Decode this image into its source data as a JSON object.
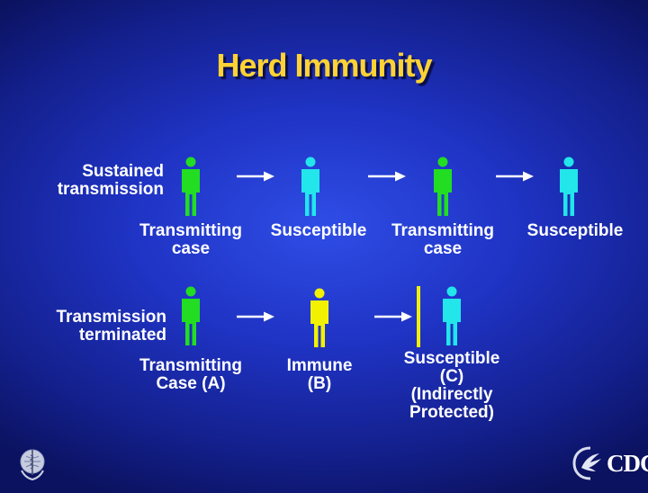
{
  "slide": {
    "title": "Herd Immunity",
    "rows": [
      {
        "label": "Sustained transmission",
        "label_lines": [
          "Sustained",
          "transmission"
        ],
        "people": [
          {
            "status": "transmitting",
            "color": "#22dd22",
            "lines": [
              "Transmitting",
              "case"
            ]
          },
          {
            "status": "susceptible",
            "color": "#22e6ea",
            "lines": [
              "Susceptible"
            ]
          },
          {
            "status": "transmitting",
            "color": "#22dd22",
            "lines": [
              "Transmitting",
              "case"
            ]
          },
          {
            "status": "susceptible",
            "color": "#22e6ea",
            "lines": [
              "Susceptible"
            ]
          }
        ]
      },
      {
        "label": "Transmission terminated",
        "label_lines": [
          "Transmission",
          "terminated"
        ],
        "people": [
          {
            "status": "transmitting",
            "color": "#22dd22",
            "lines": [
              "Transmitting",
              "Case (A)"
            ]
          },
          {
            "status": "immune",
            "color": "#f2f200",
            "lines": [
              "Immune",
              "(B)"
            ]
          },
          {
            "status": "susceptible",
            "color": "#22e6ea",
            "lines": [
              "Susceptible",
              "(C)",
              "(Indirectly",
              "Protected)"
            ]
          }
        ]
      }
    ],
    "barrier_color": "#f0f000",
    "logos": {
      "left": "WHO emblem",
      "right": "CDC",
      "right_text": "CDC"
    }
  }
}
